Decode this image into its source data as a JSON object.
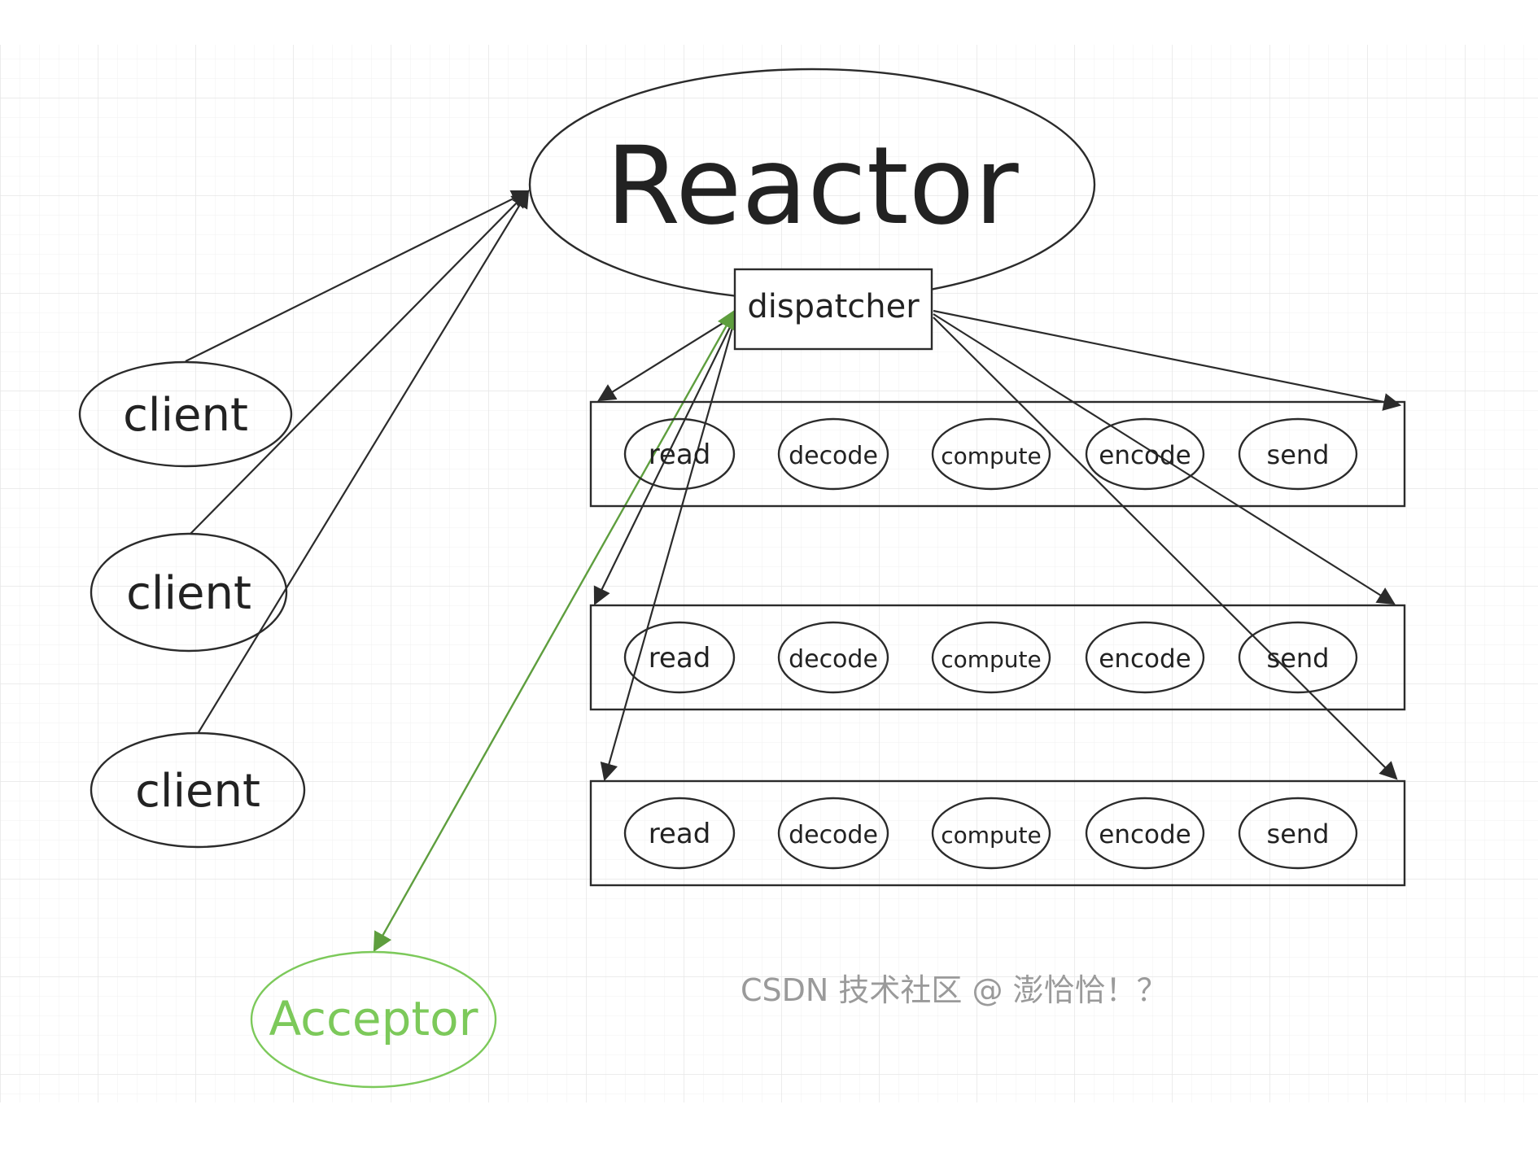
{
  "reactor": {
    "label": "Reactor"
  },
  "dispatcher": {
    "label": "dispatcher"
  },
  "clients": [
    {
      "label": "client"
    },
    {
      "label": "client"
    },
    {
      "label": "client"
    }
  ],
  "acceptor": {
    "label": "Acceptor"
  },
  "handler_rows": [
    {
      "steps": [
        "read",
        "decode",
        "compute",
        "encode",
        "send"
      ]
    },
    {
      "steps": [
        "read",
        "decode",
        "compute",
        "encode",
        "send"
      ]
    },
    {
      "steps": [
        "read",
        "decode",
        "compute",
        "encode",
        "send"
      ]
    }
  ],
  "watermark": {
    "text": "CSDN 技术社区 @ 澎恰恰！？"
  },
  "colors": {
    "line": "#2b2b2b",
    "acceptor": "#6ab04c",
    "acceptor_text": "#7cc95a",
    "watermark": "#9a9a9a",
    "grid": "#e9e9e9"
  }
}
